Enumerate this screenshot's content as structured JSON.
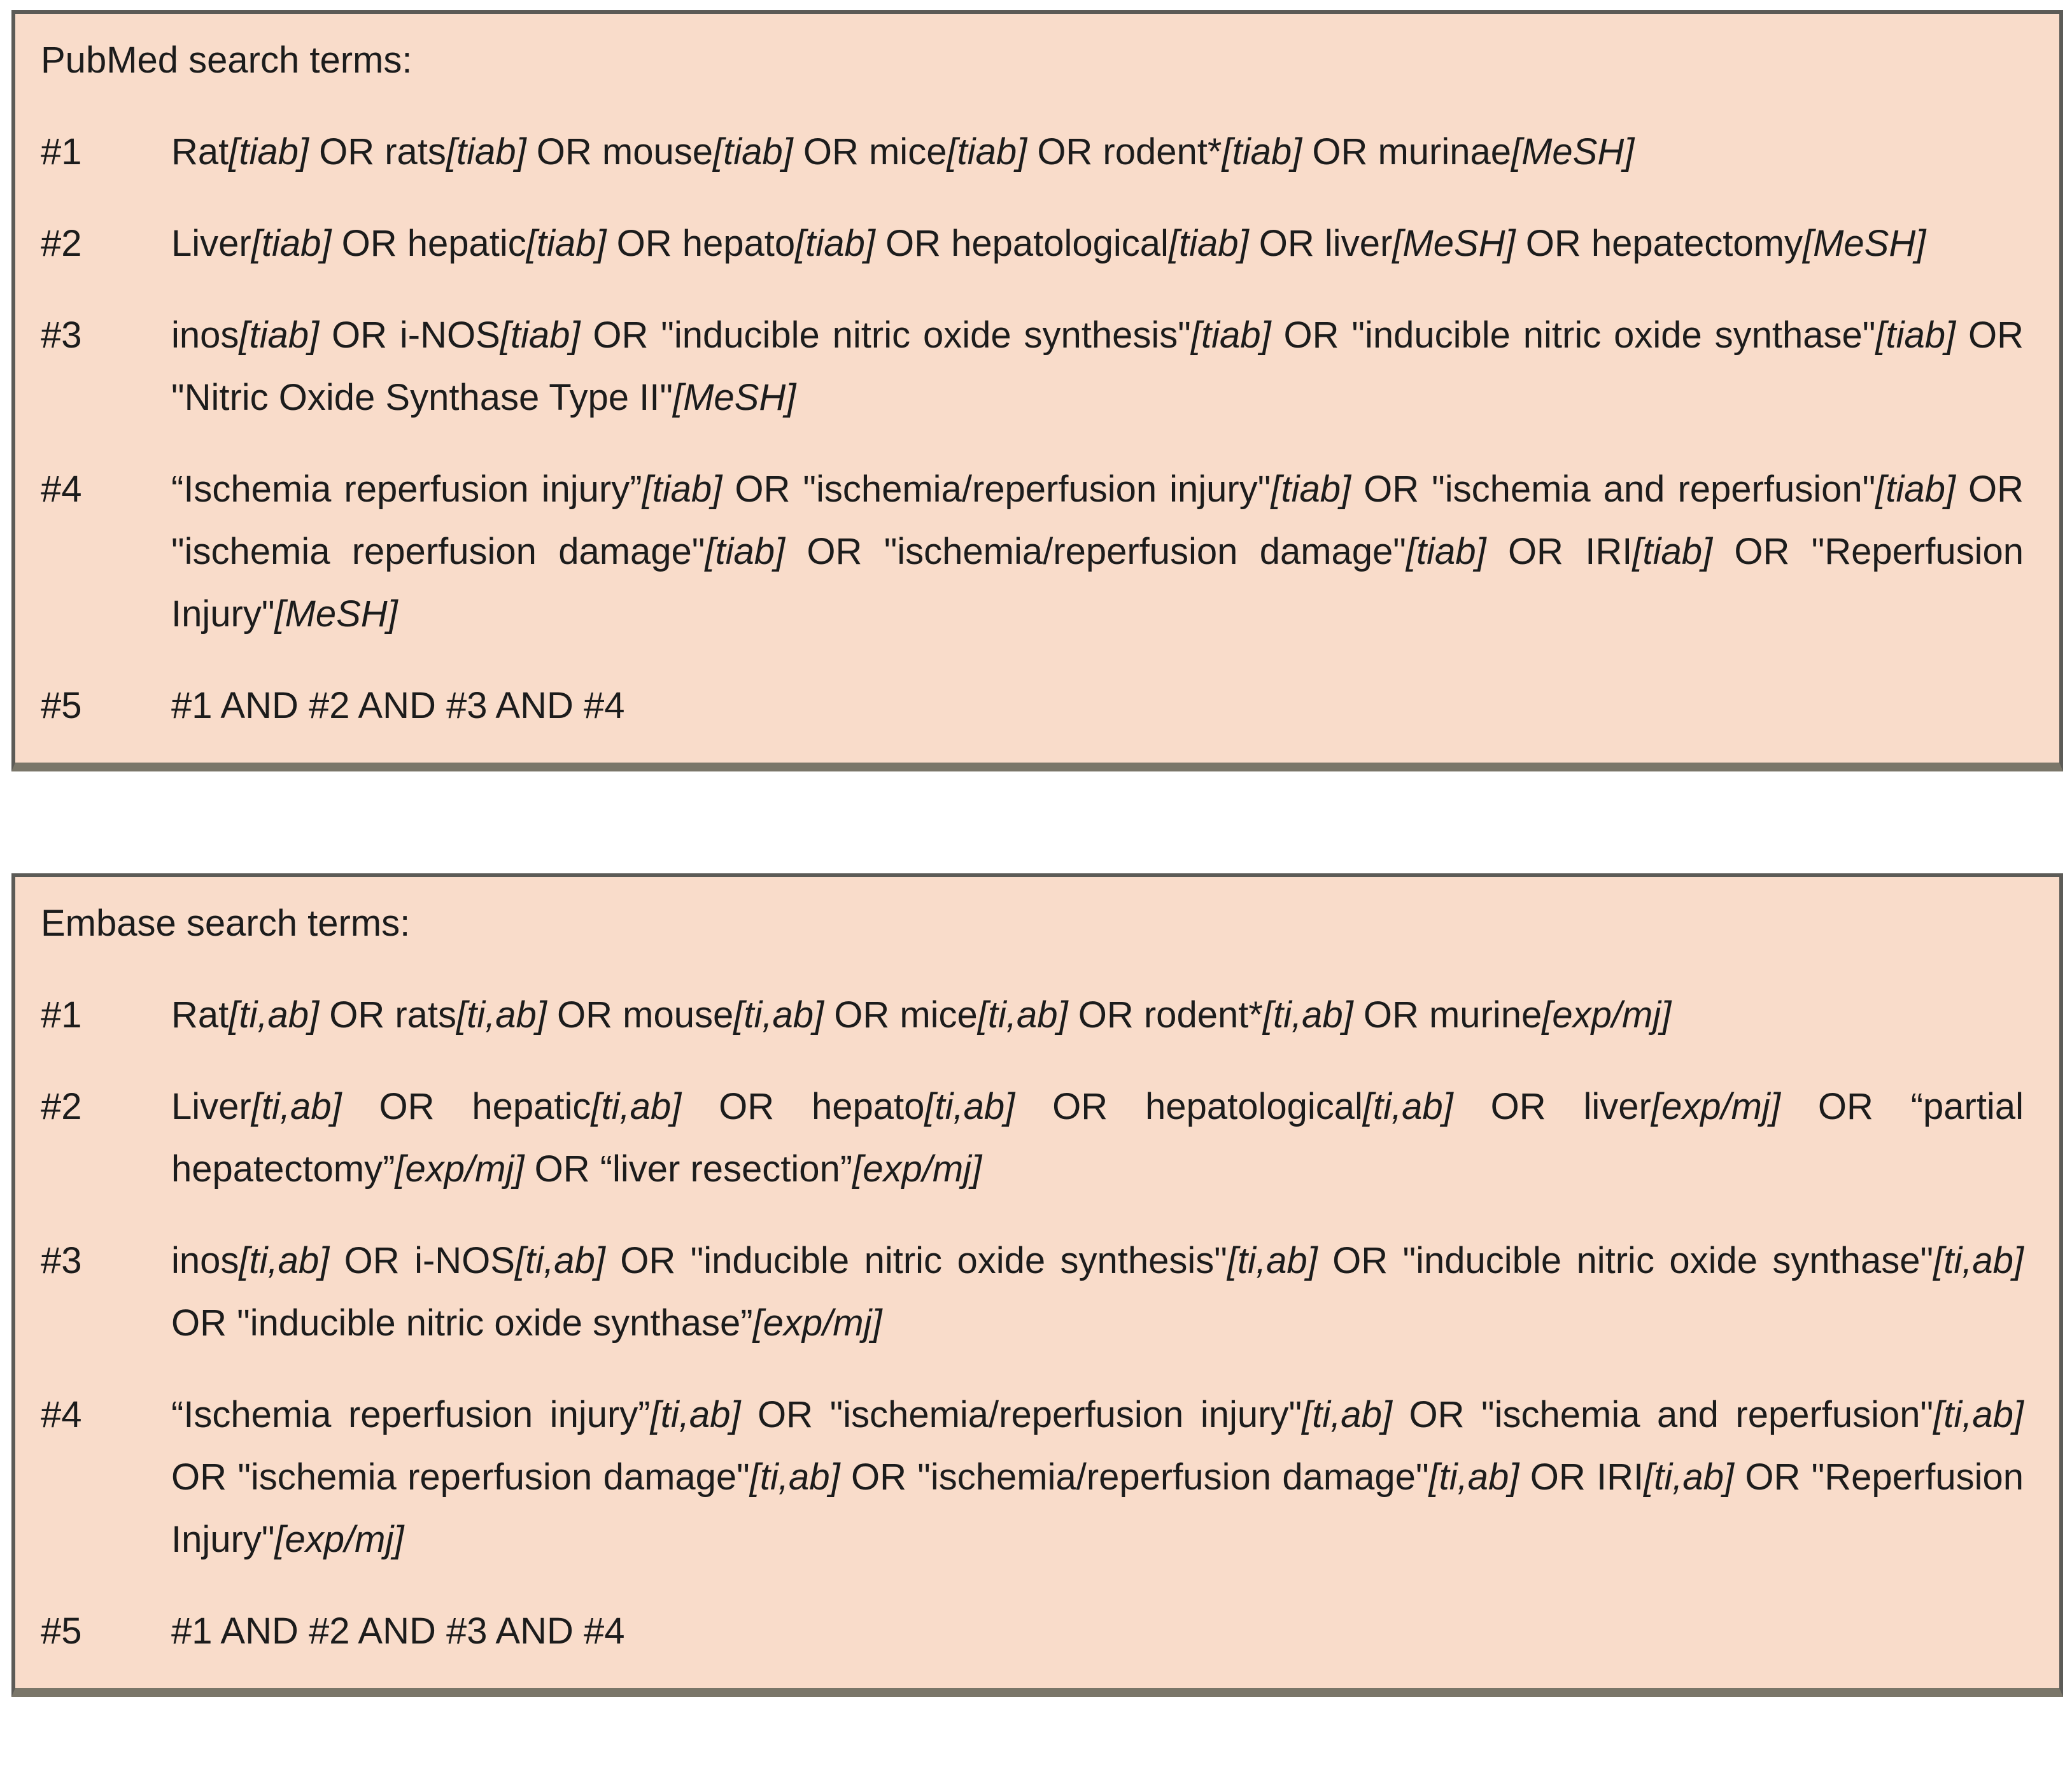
{
  "colors": {
    "box_bg": "#f9dcca",
    "box_border": "#5c5b57",
    "box_border_bottom": "#7a7669",
    "text": "#1c1c1c",
    "page_bg": "#ffffff"
  },
  "boxes": [
    {
      "title": "PubMed search terms:",
      "rows": [
        {
          "num": "#1",
          "text": "Rat[tiab] OR rats[tiab] OR mouse[tiab] OR mice[tiab] OR rodent*[tiab] OR murinae[MeSH]"
        },
        {
          "num": "#2",
          "text": "Liver[tiab] OR hepatic[tiab] OR hepato[tiab] OR hepatological[tiab] OR liver[MeSH] OR hepatectomy[MeSH]"
        },
        {
          "num": "#3",
          "text": "inos[tiab] OR i-NOS[tiab] OR \"inducible nitric oxide synthesis\"[tiab] OR \"inducible nitric oxide synthase\"[tiab] OR \"Nitric Oxide Synthase Type II\"[MeSH]"
        },
        {
          "num": "#4",
          "text": "“Ischemia reperfusion injury”[tiab] OR \"ischemia/reperfusion injury\"[tiab] OR \"ischemia and reperfusion\"[tiab] OR \"ischemia reperfusion damage\"[tiab] OR \"ischemia/reperfusion damage\"[tiab] OR IRI[tiab] OR \"Reperfusion Injury\"[MeSH]"
        },
        {
          "num": "#5",
          "text": "#1 AND #2 AND #3 AND #4"
        }
      ]
    },
    {
      "title": "Embase search terms:",
      "rows": [
        {
          "num": "#1",
          "text": "Rat[ti,ab] OR rats[ti,ab] OR mouse[ti,ab] OR mice[ti,ab] OR rodent*[ti,ab] OR murine[exp/mj]"
        },
        {
          "num": "#2",
          "text": "Liver[ti,ab] OR hepatic[ti,ab] OR hepato[ti,ab] OR hepatological[ti,ab] OR liver[exp/mj] OR “partial hepatectomy”[exp/mj] OR “liver resection”[exp/mj]"
        },
        {
          "num": "#3",
          "text": "inos[ti,ab] OR i-NOS[ti,ab] OR \"inducible nitric oxide synthesis\"[ti,ab] OR \"inducible nitric oxide synthase\"[ti,ab] OR \"inducible nitric oxide synthase”[exp/mj]"
        },
        {
          "num": "#4",
          "text": "“Ischemia reperfusion injury”[ti,ab] OR \"ischemia/reperfusion injury\"[ti,ab] OR \"ischemia and reperfusion\"[ti,ab] OR \"ischemia reperfusion damage\"[ti,ab] OR \"ischemia/reperfusion damage\"[ti,ab] OR IRI[ti,ab] OR \"Reperfusion Injury\"[exp/mj]"
        },
        {
          "num": "#5",
          "text": "#1 AND #2 AND #3 AND #4"
        }
      ]
    }
  ]
}
